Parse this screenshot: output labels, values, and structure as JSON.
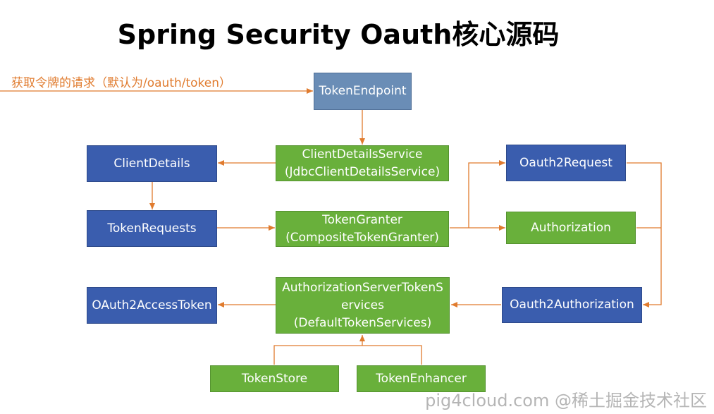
{
  "title": "Spring Security Oauth核心源码",
  "request_label": "获取令牌的请求（默认为/oauth/token）",
  "boxes": {
    "token_endpoint": "TokenEndpoint",
    "client_details_service": {
      "line1": "ClientDetailsService",
      "line2": "(JdbcClientDetailsService)"
    },
    "client_details": "ClientDetails",
    "token_requests": "TokenRequests",
    "token_granter": {
      "line1": "TokenGranter",
      "line2": "(CompositeTokenGranter)"
    },
    "oauth2_request": "Oauth2Request",
    "authorization": "Authorization",
    "oauth2_authorization": "Oauth2Authorization",
    "auth_server_token_services": {
      "line1": "AuthorizationServerTokenS",
      "line2": "ervices",
      "line3": "(DefaultTokenServices)"
    },
    "oauth2_access_token": "OAuth2AccessToken",
    "token_store": "TokenStore",
    "token_enhancer": "TokenEnhancer"
  },
  "colors": {
    "blue": "#3A5DAE",
    "green": "#69B03B",
    "steel": "#6A8DB6",
    "arrow": "#E07B2E"
  },
  "watermark": "pig4cloud.com  @稀土掘金技术社区"
}
